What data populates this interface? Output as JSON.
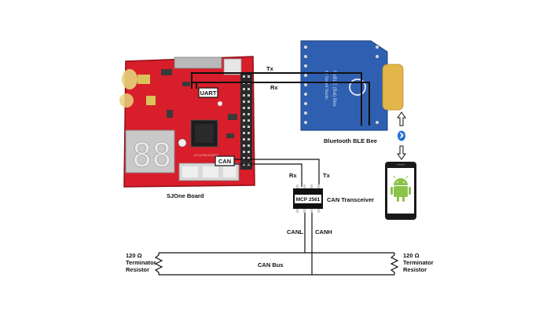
{
  "labels": {
    "sjone_board": "SJOne Board",
    "uart": "UART",
    "can": "CAN",
    "tx_top": "Tx",
    "rx_top": "Rx",
    "bluetooth_ble_bee": "Bluetooth BLE Bee",
    "rx_can": "Rx",
    "tx_can": "Tx",
    "mcp_chip": "MCP 2561",
    "can_transceiver": "CAN Transceiver",
    "canl": "CANL",
    "canh": "CANH",
    "can_bus": "CAN Bus",
    "resistor_left_value": "120 Ω",
    "resistor_left_line2": "Terminator",
    "resistor_left_line3": "Resistor",
    "resistor_right_value": "120 Ω",
    "resistor_right_line2": "Terminator",
    "resistor_right_line3": "Resistor"
  },
  "colors": {
    "board_red": "#d81e2a",
    "board_dark_red": "#a8121c",
    "ble_blue": "#2f5fb0",
    "ble_gold": "#e2b64a",
    "android_green": "#8bc34a",
    "wire": "#111111"
  },
  "icons": {
    "bluetooth": "bluetooth-icon",
    "arrow_up": "up-arrow-icon",
    "arrow_down": "down-arrow-icon",
    "phone": "smartphone-icon",
    "android": "android-icon"
  }
}
